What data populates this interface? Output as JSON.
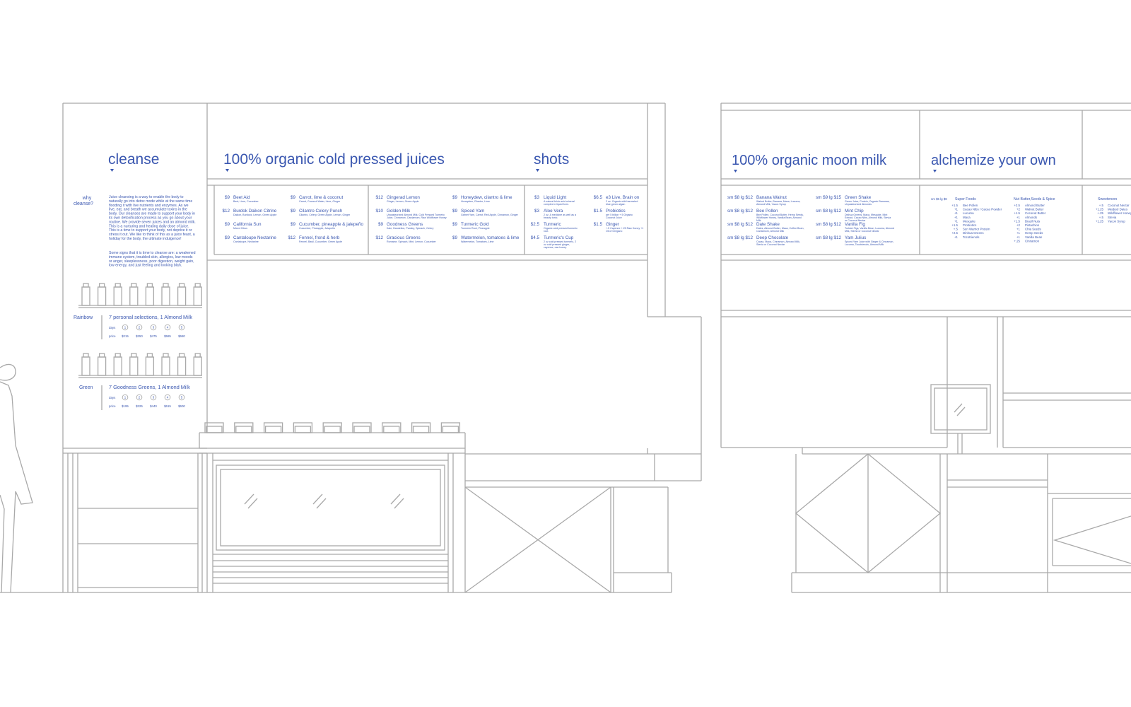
{
  "colors": {
    "ink": "#3a57b0",
    "line": "#a9a9a9",
    "background": "#ffffff"
  },
  "left_elevation": {
    "cleanse": {
      "title": "cleanse",
      "why_label": [
        "why",
        "cleanse?"
      ],
      "body_1": [
        "Juice cleansing is a way to enable the body to",
        "naturally go into detox mode while at the same time",
        "flooding it with live nutrients and enzymes. As we",
        "live, eat, and breath we accumulate toxins in the",
        "body. Our cleanses are made to support your body in",
        "its own detoxification process as you go about your",
        "routine. We provide seven juices and an almond milk.",
        "This is a nurturing and healing daily dose of juice.",
        "This is a time to support your body, not deprive it or",
        "stress it out. We like to think of this as a juice feast, a",
        "holiday for the body, the ultimate indulgence!"
      ],
      "body_2": [
        "Some signs that it is time to cleanse are: a weakened",
        "immune system, troubled skin, allergies, low moods",
        "or anger, sleeplessness, poor digestion, weight gain,",
        "low energy, and just feeling and looking blah."
      ],
      "rainbow": {
        "label": "Rainbow",
        "desc": "7 personal selections, 1 Almond Milk",
        "days_label": "days",
        "price_label": "price",
        "days": [
          "1",
          "2",
          "3",
          "4",
          "5"
        ],
        "prices": [
          "$215",
          "$350",
          "$475",
          "$585",
          "$680"
        ]
      },
      "green": {
        "label": "Green",
        "desc": "7 Goodness Greens, 1 Almond Milk",
        "days_label": "days",
        "price_label": "price",
        "days": [
          "1",
          "2",
          "3",
          "4",
          "5"
        ],
        "prices": [
          "$195",
          "$325",
          "$440",
          "$615",
          "$600"
        ]
      }
    },
    "juices": {
      "title": "100% organic cold pressed juices",
      "columns": [
        [
          {
            "price": "$9",
            "name": "Beet Aid",
            "sub": "Beet, Lime, Cucumber"
          },
          {
            "price": "$12",
            "name": "Burdok Daikon Citrine",
            "sub": "Daikon, Burdock, Lemon, Green Apple"
          },
          {
            "price": "$9",
            "name": "California Sun",
            "sub": "Mixed Citrus"
          },
          {
            "price": "$9",
            "name": "Cantaloupe Nectarine",
            "sub": "Cantaloupe, Nectarine"
          }
        ],
        [
          {
            "price": "$9",
            "name": "Carrot, lime & coconut",
            "sub": "Carrot, Coconut Water, Lime, Ginger"
          },
          {
            "price": "$9",
            "name": "Cilantro Celery Punch",
            "sub": "Cilantro, Celery, Green Apple, Lemon, Ginger"
          },
          {
            "price": "$9",
            "name": "Cucumber, pineapple & jalepeño",
            "sub": "Cucumber, Pineapple, Jalapeño"
          },
          {
            "price": "$12",
            "name": "Fennel, frond & herb",
            "sub": "Fennel, Basil, Cucumber, Green Apple"
          }
        ],
        [
          {
            "price": "$12",
            "name": "Gingerad Lemon",
            "sub": "Ginger, Lemon, Green Apple"
          },
          {
            "price": "$10",
            "name": "Golden Milk",
            "sub": "Unpasteurized Almond Milk, Cold Pressed Turmeric Juice, Cinnamon, Cardamom, Raw Wildflower Honey"
          },
          {
            "price": "$9",
            "name": "Goodness Greens",
            "sub": "Kale, Dandelion, Parsley, Spinach, Celery"
          },
          {
            "price": "$12",
            "name": "Gracious Greens",
            "sub": "Romaine, Spinach, Mint, Lemon, Cucumber"
          }
        ],
        [
          {
            "price": "$9",
            "name": "Honeydew, cilantro & lime",
            "sub": "Honeydew, Cilantro, Lime"
          },
          {
            "price": "$9",
            "name": "Spiced Yam",
            "sub": "Garnet Yam, Carrot, Red Apple, Cinnamon, Ginger"
          },
          {
            "price": "$9",
            "name": "Turmeric Gold",
            "sub": "Turmeric Root, Pineapple"
          },
          {
            "price": "$9",
            "name": "Watermelon, tomatoes & lime",
            "sub": "Watermelon, Tomatoes, Lime"
          }
        ]
      ]
    },
    "shots": {
      "title": "shots",
      "columns": [
        [
          {
            "price": "$3",
            "name": "Liquid Light",
            "sub": "A natural fulvic acid mineral complex in liquid form."
          },
          {
            "price": "$3",
            "name": "Aloe Vera",
            "sub": "2 oz. A medicine as well as a beauty tonic."
          },
          {
            "price": "$2.5",
            "name": "Turmeric",
            "sub": "Organic cold pressed turmeric root."
          },
          {
            "price": "$4.5",
            "name": "Turmeric's Cup",
            "sub": "2 oz cold pressed turmeric, 2 oz cold pressed ginger, cayenne, raw honey."
          }
        ],
        [
          {
            "price": "$6.5",
            "name": "e3 Live, Brain on",
            "sub": "2 oz. Organic wild harvested blue green algae."
          },
          {
            "price": "$1.5",
            "name": "Probiotics",
            "sub": "per 5 billion  + 5  Organic Coconut Juice"
          },
          {
            "price": "$1.5",
            "name": "Ginger",
            "sub": "+.5  Cayenne  +.25  Raw Honey  +1  Oil of Oregano"
          }
        ]
      ]
    }
  },
  "right_elevation": {
    "moon_milk": {
      "title": "100% organic moon milk",
      "columns": [
        [
          {
            "price": "sm $8  lg $12",
            "name": "Banana Walnut",
            "sub": "Walnut Butter, Banana, Maca, Lucuma, Almond Milk, Yacon Syrup"
          },
          {
            "price": "sm $8  lg $12",
            "name": "Bee Pollen",
            "sub": "Bee Pollen, Coconut Butter, Hemp Seeds, Wildflower Honey, Vanilla Bean, Almond Milk"
          },
          {
            "price": "sm $8  lg $12",
            "name": "Date Shake",
            "sub": "Dates, Almond Butter, Maca, Coffee Bean, Cardamom, Almond Milk"
          },
          {
            "price": "sm $8  lg $12",
            "name": "Deep Chocolate",
            "sub": "Cacao, Maca, Cinnamon, Almond Milk, Stevia or Coconut Nectar"
          }
        ],
        [
          {
            "price": "sm $9  lg $15",
            "name": "Green Shake",
            "sub": "Green Juice, Protein, Organic Bananas, Unpasteurized Almonds"
          },
          {
            "price": "sm $8  lg $12",
            "name": "Mint Chip",
            "sub": "Dinhua Greens, Maca, Mesquite, Mint Extract, Cacao Nibs, Almond Milk, Stevia or Coconut Nectar"
          },
          {
            "price": "sm $8  lg $12",
            "name": "Vanilla Fig",
            "sub": "Turkish Figs, Vanilla Bean, Lucuma, Almond Milk, Stevia or Coconut Nectar"
          },
          {
            "price": "sm $8  lg $12",
            "name": "Yam Julius",
            "sub": "Spiced Yam Juice with Ginger & Cinnamon, Lucuma, Tocotrienols, Almond Milk"
          }
        ]
      ]
    },
    "alchemize": {
      "title": "alchemize your own",
      "base_price": "sm $5  lg $9",
      "super_foods": {
        "title": "Super Foods",
        "items": [
          {
            "price": "+1.5",
            "name": "Bee Pollen"
          },
          {
            "price": "+1",
            "name": "Cacao Nibs / Cacao Powder"
          },
          {
            "price": "+1",
            "name": "Lucuma"
          },
          {
            "price": "+1",
            "name": "Maca"
          },
          {
            "price": "+1",
            "name": "Mesquite"
          },
          {
            "price": "+1.5",
            "name": "Probiotics"
          },
          {
            "price": "+.5",
            "name": "Sun Warrior Protein"
          },
          {
            "price": "+2.5",
            "name": "Dinhua Greens"
          },
          {
            "price": "+1",
            "name": "Tocotrienols"
          }
        ]
      },
      "nut_butter": {
        "title": "Nut Butter,Seeds & Spice",
        "items": [
          {
            "price": "+2.5",
            "name": "Almond Butter"
          },
          {
            "price": "+2",
            "name": "Walnut Butter"
          },
          {
            "price": "+1.5",
            "name": "Coconut Butter"
          },
          {
            "price": "+1",
            "name": "Almonds"
          },
          {
            "price": "+1.5",
            "name": "Brazil Nuts"
          },
          {
            "price": "+2",
            "name": "Pistachios"
          },
          {
            "price": "+1",
            "name": "Chia Seeds"
          },
          {
            "price": "+1",
            "name": "Hemp Seeds"
          },
          {
            "price": "+1",
            "name": "Vanilla Bean"
          },
          {
            "price": "+.25",
            "name": "Cinnamon"
          }
        ]
      },
      "sweeteners": {
        "title": "Sweeteners",
        "items": [
          {
            "price": "+.5",
            "name": "Coconut Nectar"
          },
          {
            "price": "+1.25",
            "name": "Medjool Dates"
          },
          {
            "price": "+.25",
            "name": "Wildflower Honey"
          },
          {
            "price": "+.5",
            "name": "Stevia"
          },
          {
            "price": "+1.25",
            "name": "Yacon Syrup"
          }
        ]
      }
    }
  }
}
